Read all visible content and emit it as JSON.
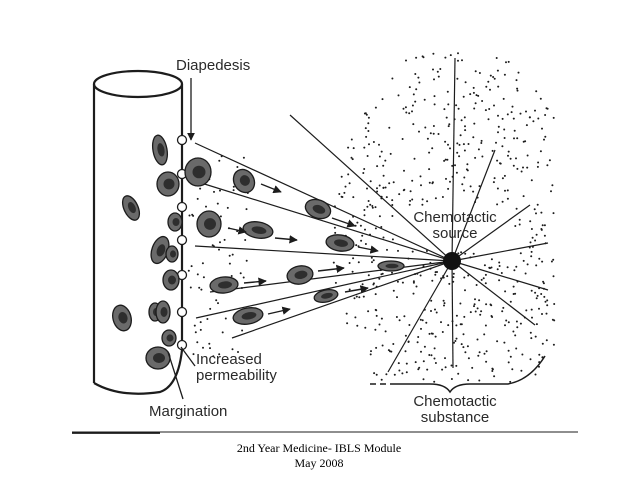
{
  "labels": {
    "diapedesis": "Diapedesis",
    "chemotactic_source": [
      "Chemotactic",
      "source"
    ],
    "increased_permeability": [
      "Increased",
      "permeability"
    ],
    "margination": "Margination",
    "chemotactic_substance": [
      "Chemotactic",
      "substance"
    ]
  },
  "caption": {
    "line1": "2nd Year Medicine- IBLS Module",
    "line2": "May 2008"
  },
  "colors": {
    "ink": "#1c1c1c",
    "cell_fill": "#6a6a6a",
    "nucleus_fill": "#2e2e2e",
    "paper": "#ffffff"
  }
}
